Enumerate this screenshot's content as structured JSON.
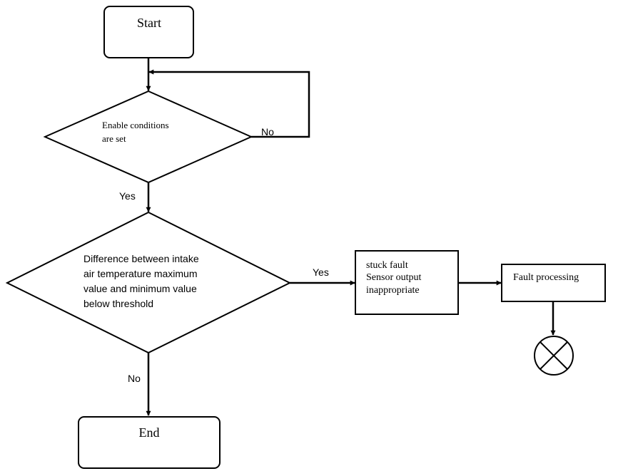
{
  "flowchart": {
    "start_label": "Start",
    "end_label": "End",
    "decision1": {
      "lines": [
        "Enable conditions",
        "are set"
      ],
      "no_label": "No",
      "yes_label": "Yes"
    },
    "decision2": {
      "lines": [
        "Difference between intake",
        "air temperature maximum",
        "value and minimum value",
        "below threshold"
      ],
      "yes_label": "Yes",
      "no_label": "No"
    },
    "fault_box": {
      "lines": [
        "stuck fault",
        "Sensor output",
        "inappropriate"
      ]
    },
    "processing_box": {
      "label": "Fault processing"
    },
    "terminator_symbol": "circle-x-icon"
  }
}
